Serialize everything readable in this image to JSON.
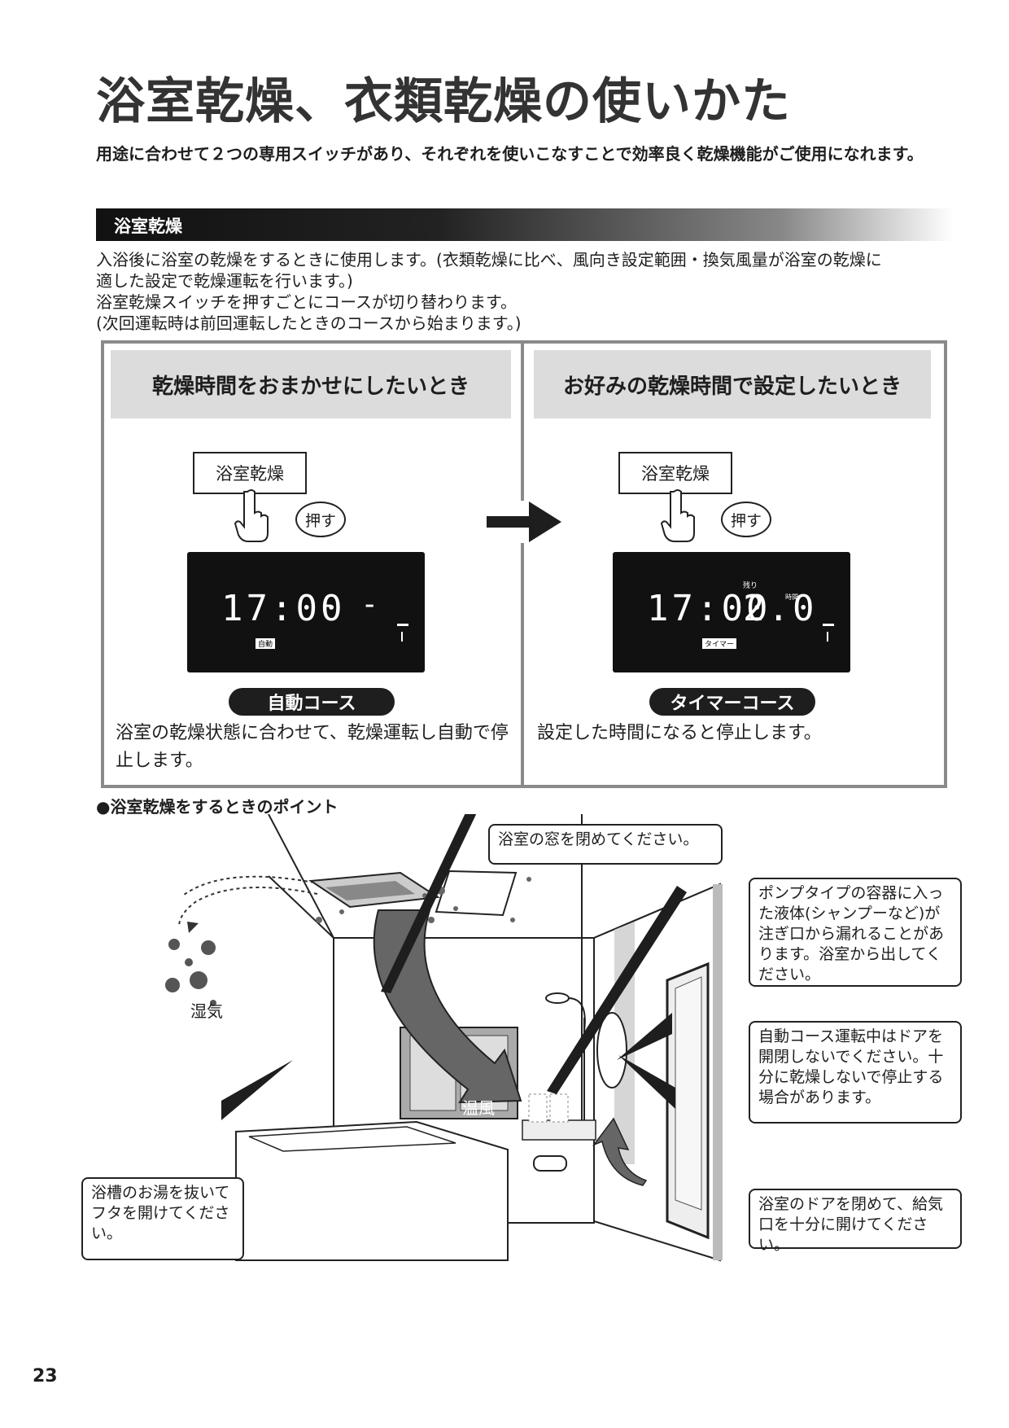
{
  "title": "浴室乾燥、衣類乾燥の使いかた",
  "intro": "用途に合わせて２つの専用スイッチがあり、それぞれを使いこなすことで効率良く乾燥機能がご使用になれます。",
  "section": {
    "label": "浴室乾燥",
    "desc_lines": [
      "入浴後に浴室の乾燥をするときに使用します。(衣類乾燥に比べ、風向き設定範囲・換気風量が浴室の乾燥に",
      "適した設定で乾燥運転を行います。)",
      "浴室乾燥スイッチを押すごとにコースが切り替わります。",
      "(次回運転時は前回運転したときのコースから始まります。)"
    ]
  },
  "panels": [
    {
      "heading": "乾燥時間をおまかせにしたいとき",
      "button": "浴室乾燥",
      "push": "押す",
      "lcd_time": "17:00",
      "lcd_value": "- -",
      "lcd_top_label": "",
      "lcd_unit": "",
      "lcd_badge": "自動",
      "course": "自動コース",
      "desc": "浴室の乾燥状態に合わせて、乾燥運転し自動で停止します。"
    },
    {
      "heading": "お好みの乾燥時間で設定したいとき",
      "button": "浴室乾燥",
      "push": "押す",
      "lcd_time": "17:00",
      "lcd_value": "2.0",
      "lcd_top_label": "残り",
      "lcd_unit": "時間",
      "lcd_badge": "タイマー",
      "course": "タイマーコース",
      "desc": "設定した時間になると停止します。"
    }
  ],
  "points_heading": "●浴室乾燥をするときのポイント",
  "illustration": {
    "humidity": "湿気",
    "warm_air": "温風"
  },
  "callouts": {
    "window": "浴室の窓を閉めてください。",
    "pump": "ポンプタイプの容器に入った液体(シャンプーなど)が注ぎ口から漏れることがあります。浴室から出してください。",
    "door_open": "自動コース運転中はドアを開閉しないでください。十分に乾燥しないで停止する場合があります。",
    "bathtub": "浴槽のお湯を抜いてフタを開けてください。",
    "door_close": "浴室のドアを閉めて、給気口を十分に開けてください。"
  },
  "page_number": "23"
}
